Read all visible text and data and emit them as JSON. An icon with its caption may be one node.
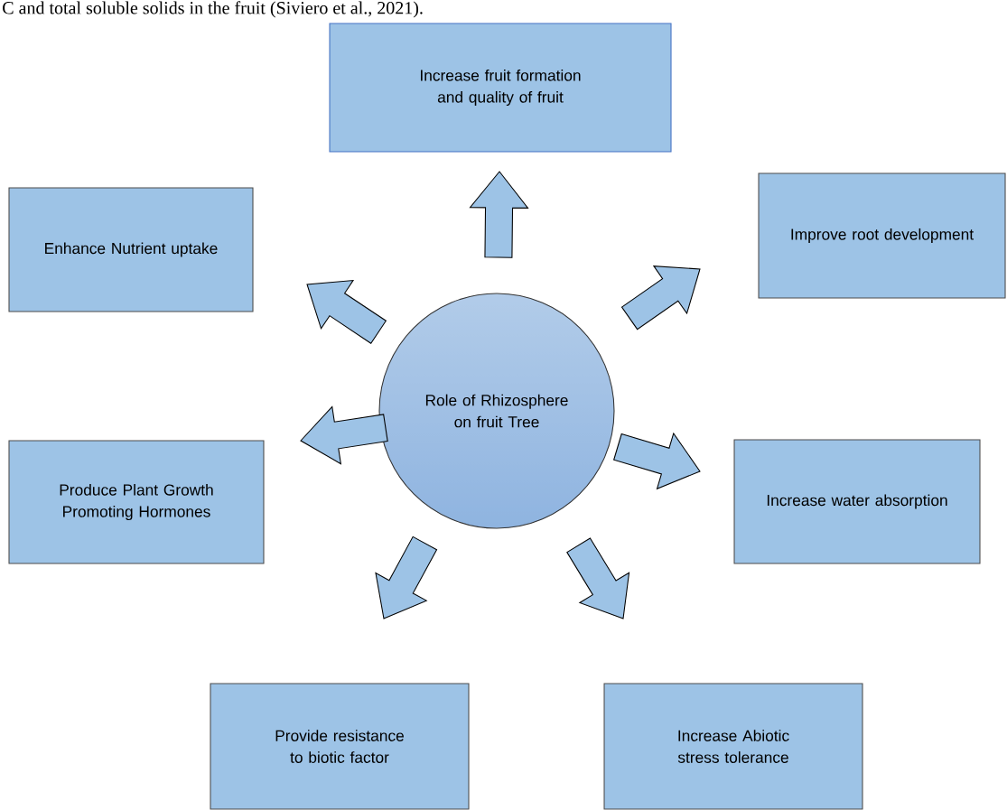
{
  "diagram": {
    "nodes": [
      {
        "text": [
          "Increase fruit formation and quality of fruit"
        ]
      },
      {
        "text": [
          "Enhance Nutrient uptake"
        ]
      },
      {
        "text": [
          "Improve root development"
        ]
      },
      {
        "text": [
          "Role of Rhizosphere on fruit Tree"
        ]
      },
      {
        "text": [
          "Produce Plant Growth Promoting Hormones"
        ]
      },
      {
        "text": [
          "Increase water absorption"
        ]
      },
      {
        "text": [
          "Provide resistance to biotic factor"
        ]
      },
      {
        "text": [
          "Increase Abiotic stress tolerance"
        ]
      }
    ],
    "edges": [
      {
        "from": 3,
        "to": 0,
        "arrow": "to"
      },
      {
        "from": 3,
        "to": 1,
        "arrow": "to"
      },
      {
        "from": 3,
        "to": 2,
        "arrow": "to"
      },
      {
        "from": 3,
        "to": 4,
        "arrow": "to"
      },
      {
        "from": 3,
        "to": 5,
        "arrow": "to"
      },
      {
        "from": 3,
        "to": 6,
        "arrow": "to"
      },
      {
        "from": 3,
        "to": 7,
        "arrow": "to"
      }
    ],
    "labels": [
      "C and total soluble solids in the fruit (Siviero et al., 2021)."
    ]
  }
}
